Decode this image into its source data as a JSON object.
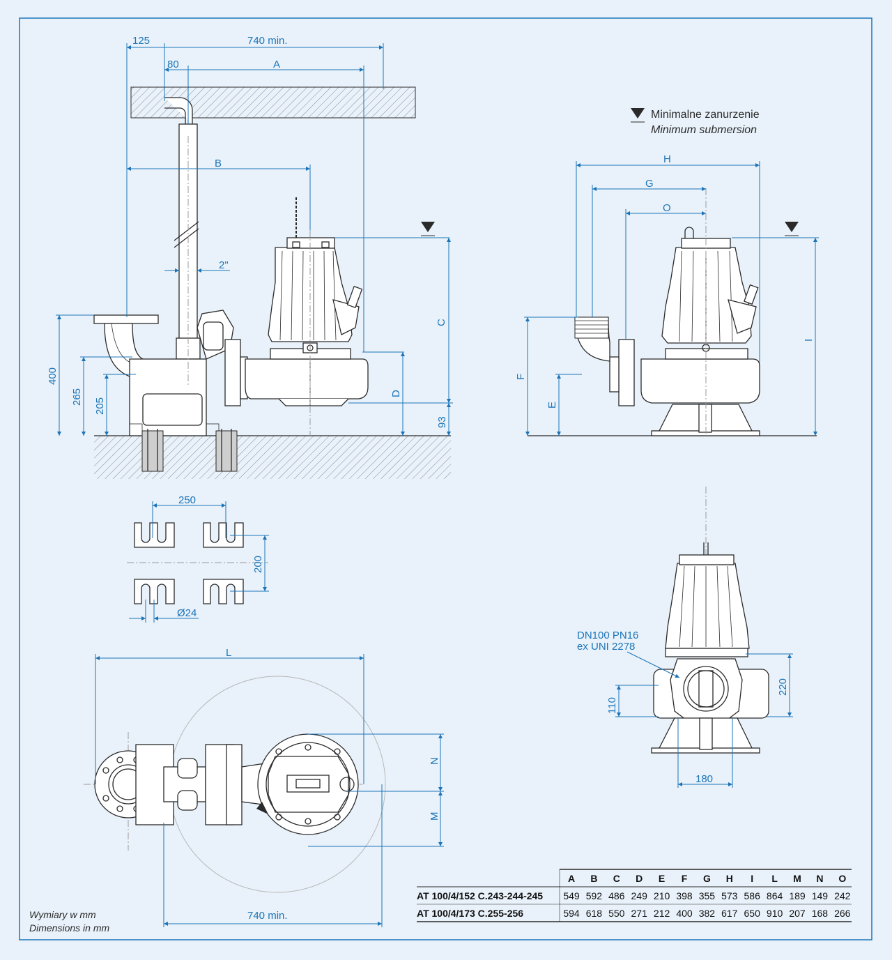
{
  "legend": {
    "line1": "Minimalne zanurzenie",
    "line2": "Minimum submersion"
  },
  "units_note": {
    "line1": "Wymiary w mm",
    "line2": "Dimensions in mm"
  },
  "side_view": {
    "dim_125": "125",
    "dim_740": "740 min.",
    "dim_80": "80",
    "dim_A": "A",
    "dim_B": "B",
    "dim_2in": "2\"",
    "dim_C": "C",
    "dim_D": "D",
    "dim_400": "400",
    "dim_265": "265",
    "dim_205": "205",
    "dim_93": "93"
  },
  "front_view": {
    "dim_H": "H",
    "dim_G": "G",
    "dim_O": "O",
    "dim_F": "F",
    "dim_E": "E",
    "dim_I": "I"
  },
  "foundation": {
    "dim_250": "250",
    "dim_200": "200",
    "dim_24": "Ø24"
  },
  "top_view": {
    "dim_L": "L",
    "dim_N": "N",
    "dim_M": "M",
    "dim_740": "740 min."
  },
  "rear_view": {
    "flange_line1": "DN100 PN16",
    "flange_line2": "ex UNI 2278",
    "dim_220": "220",
    "dim_110": "110",
    "dim_180": "180"
  },
  "table": {
    "headers": [
      "A",
      "B",
      "C",
      "D",
      "E",
      "F",
      "G",
      "H",
      "I",
      "L",
      "M",
      "N",
      "O"
    ],
    "rows": [
      {
        "model": "AT 100/4/152 C.243-244-245",
        "values": [
          "549",
          "592",
          "486",
          "249",
          "210",
          "398",
          "355",
          "573",
          "586",
          "864",
          "189",
          "149",
          "242"
        ]
      },
      {
        "model": "AT 100/4/173 C.255-256",
        "values": [
          "594",
          "618",
          "550",
          "271",
          "212",
          "400",
          "382",
          "617",
          "650",
          "910",
          "207",
          "168",
          "266"
        ]
      }
    ]
  },
  "colors": {
    "background": "#e9f2fa",
    "dimension": "#1b74b8",
    "outline": "#2a2a2a",
    "frame": "#1b74b8"
  }
}
